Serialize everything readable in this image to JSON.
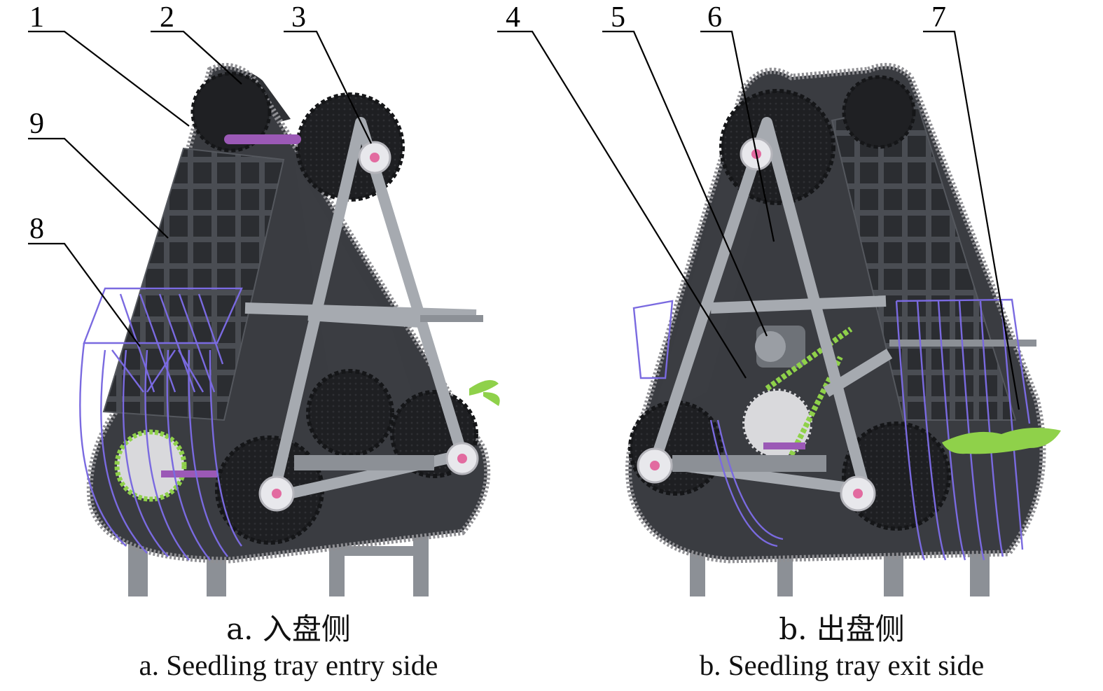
{
  "labels": [
    "1",
    "2",
    "3",
    "4",
    "5",
    "6",
    "7",
    "8",
    "9"
  ],
  "captions": {
    "a": {
      "zh": "a. 入盘侧",
      "en": "a. Seedling tray entry side"
    },
    "b": {
      "zh": "b. 出盘侧",
      "en": "b. Seedling tray exit side"
    }
  },
  "colors": {
    "belt": "#3a3c41",
    "chain": "#8f8f93",
    "frame": "#a6aab0",
    "cage": "#7a6ae0",
    "seedling": "#8fd14a",
    "axle": "#9b59b6"
  }
}
